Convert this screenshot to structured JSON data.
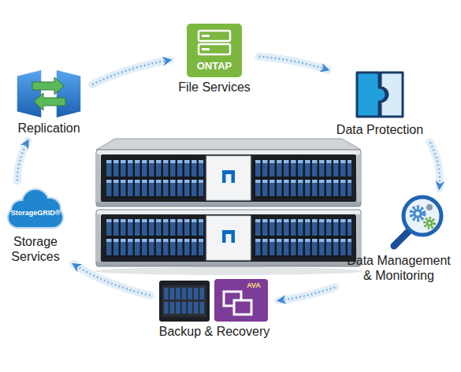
{
  "diagram": {
    "nodes": [
      {
        "text": [
          "ONTAP",
          "File Services"
        ]
      },
      {
        "text": [
          "Data Protection"
        ]
      },
      {
        "text": [
          "Data Management & Monitoring"
        ]
      },
      {
        "text": [
          "AVA",
          "Backup & Recovery"
        ]
      },
      {
        "text": [
          "StorageGRID®",
          "Storage Services"
        ]
      },
      {
        "text": [
          "Replication"
        ]
      }
    ],
    "edges": [
      {
        "from": 0,
        "to": 1,
        "arrow": "to"
      },
      {
        "from": 1,
        "to": 2,
        "arrow": "to"
      },
      {
        "from": 2,
        "to": 3,
        "arrow": "to"
      },
      {
        "from": 3,
        "to": 4,
        "arrow": "to"
      },
      {
        "from": 4,
        "to": 5,
        "arrow": "to"
      },
      {
        "from": 5,
        "to": 0,
        "arrow": "to"
      }
    ]
  }
}
